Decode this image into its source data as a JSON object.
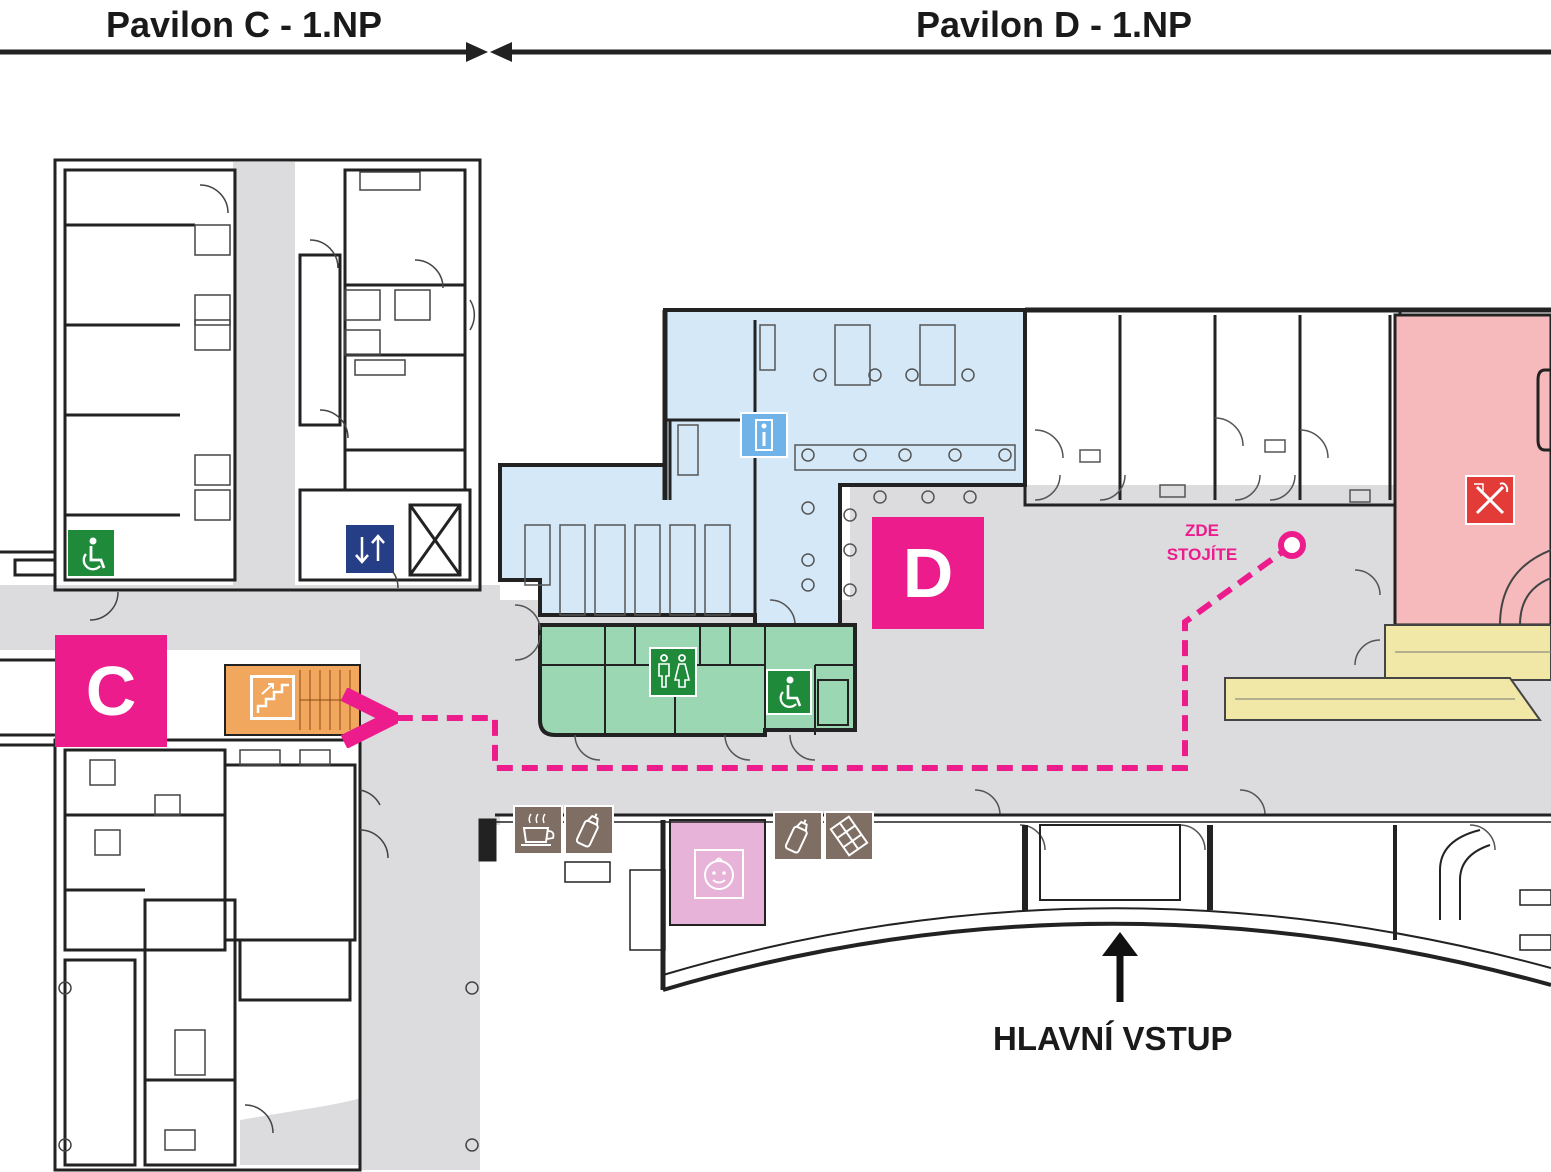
{
  "headers": {
    "pavilion_c": "Pavilon C  - 1.NP",
    "pavilion_d": "Pavilon D - 1.NP"
  },
  "zones": {
    "c": "C",
    "d": "D"
  },
  "you_are_here": {
    "line1": "ZDE",
    "line2": "STOJÍTE"
  },
  "main_entrance": "HLAVNÍ VSTUP",
  "icons": [
    "wheelchair-icon",
    "elevator-icon",
    "stairs-icon",
    "info-icon",
    "restroom-icon",
    "wheelchair-icon",
    "restaurant-icon",
    "cafe-icon",
    "baby-bottle-icon",
    "baby-bottle-icon",
    "chocolate-icon",
    "baby-changing-icon"
  ],
  "colors": {
    "accent": "#ec1c8c",
    "corridor": "#dcdcdf",
    "waiting_room": "#d4e8f7",
    "restroom_area": "#9bd7b3",
    "restaurant": "#f6b9bc",
    "stairs": "#f2a75e",
    "baby_room": "#e8b3d8",
    "escalator": "#f1e7a6",
    "icon_green": "#1e8a3a",
    "icon_blue": "#253e86",
    "icon_brown": "#7e6e64",
    "icon_red": "#e23b38"
  }
}
